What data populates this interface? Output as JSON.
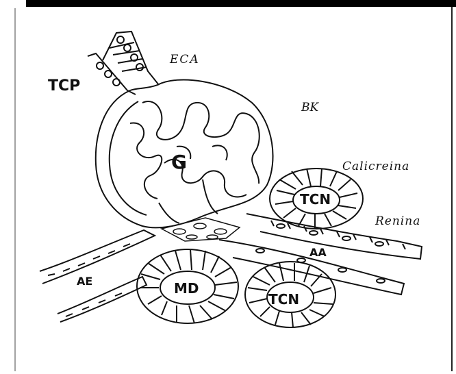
{
  "diagram": {
    "labels": {
      "tcp": "TCP",
      "eca": "ECA",
      "bk": "BK",
      "g": "G",
      "calicreina": "Calicreina",
      "tcn_upper": "TCN",
      "renina": "Renina",
      "aa": "AA",
      "ae": "AE",
      "md": "MD",
      "tcn_lower": "TCN"
    }
  },
  "colors": {
    "ink": "#111111",
    "frame": "#000000",
    "paper": "#ffffff"
  }
}
